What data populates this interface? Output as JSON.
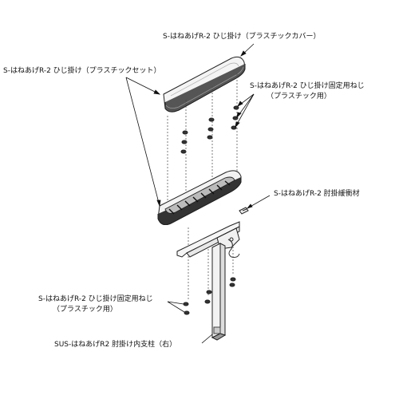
{
  "labels": {
    "cover": "S-はねあげR-2 ひじ掛け（プラスチックカバー）",
    "set": "S-はねあげR-2 ひじ掛け（プラスチックセット）",
    "screw_top_1": "S-はねあげR-2 ひじ掛け固定用ねじ",
    "screw_top_2": "（プラスチック用）",
    "cushion": "S-はねあげR-2 肘掛緩衝材",
    "screw_bottom_1": "S-はねあげR-2 ひじ掛け固定用ねじ",
    "screw_bottom_2": "（プラスチック用）",
    "post": "SUS-はねあげR2 肘掛け内支柱（右）"
  }
}
